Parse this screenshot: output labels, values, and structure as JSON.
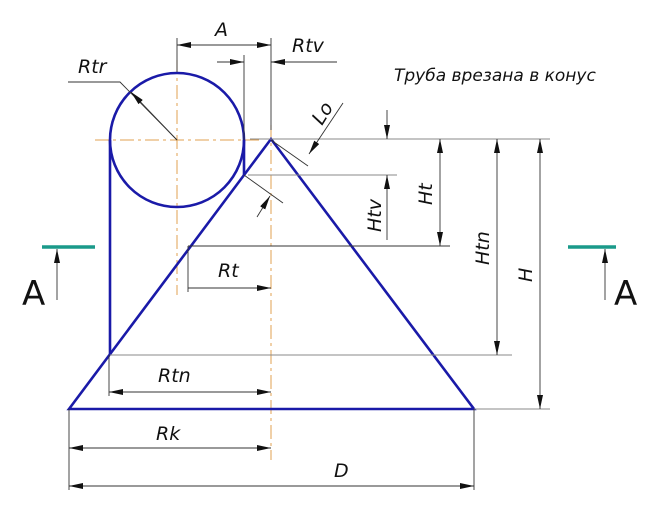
{
  "title": "Труба врезана в конус",
  "labels": {
    "A": "A",
    "Rtv": "Rtv",
    "Rtr": "Rtr",
    "Lo": "Lo",
    "Htv": "Htv",
    "Ht": "Ht",
    "Htn": "Htn",
    "H": "H",
    "Rt": "Rt",
    "Rtn": "Rtn",
    "Rk": "Rk",
    "D": "D"
  },
  "section": {
    "left": "A",
    "right": "A"
  },
  "colors": {
    "outline": "#1a1aa8",
    "axis": "#e0a050",
    "section": "#1a9a8a"
  }
}
